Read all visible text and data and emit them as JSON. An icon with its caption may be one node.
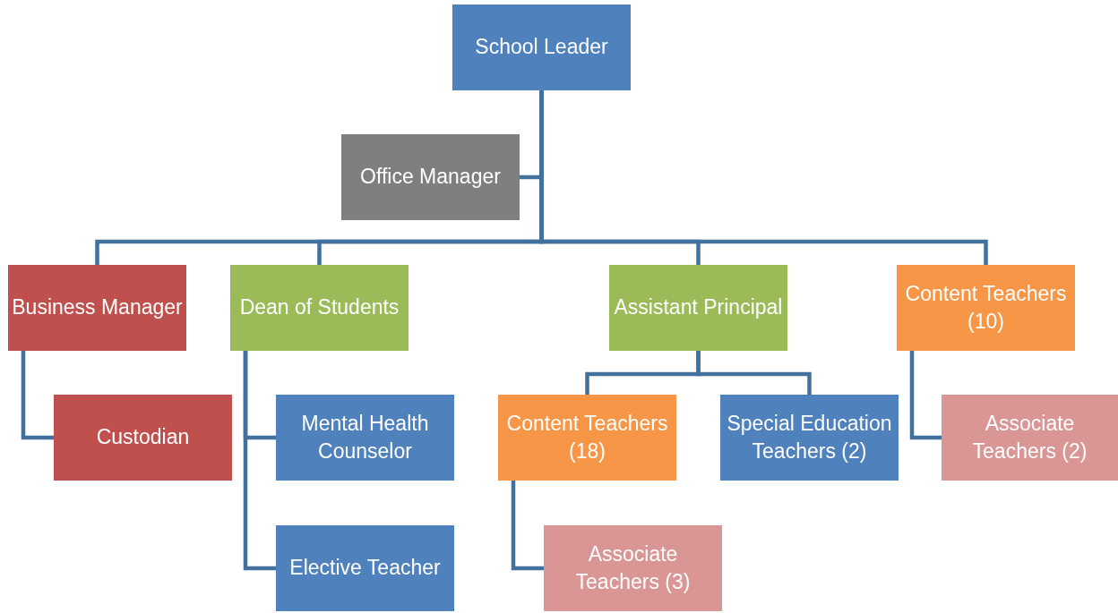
{
  "diagram": {
    "nodes": [
      {
        "text": [
          "School Leader"
        ]
      },
      {
        "text": [
          "Office Manager"
        ]
      },
      {
        "text": [
          "Business Manager"
        ]
      },
      {
        "text": [
          "Dean of Students"
        ]
      },
      {
        "text": [
          "Assistant Principal"
        ]
      },
      {
        "text": [
          "Content Teachers (10)"
        ]
      },
      {
        "text": [
          "Custodian"
        ]
      },
      {
        "text": [
          "Mental Health Counselor"
        ]
      },
      {
        "text": [
          "Elective Teacher"
        ]
      },
      {
        "text": [
          "Content Teachers (18)"
        ]
      },
      {
        "text": [
          "Special Education Teachers (2)"
        ]
      },
      {
        "text": [
          "Associate Teachers (3)"
        ]
      },
      {
        "text": [
          "Associate Teachers (2)"
        ]
      }
    ],
    "edges": [
      {
        "from": 0,
        "to": 1,
        "arrow": "none"
      },
      {
        "from": 0,
        "to": 2,
        "arrow": "none"
      },
      {
        "from": 0,
        "to": 3,
        "arrow": "none"
      },
      {
        "from": 0,
        "to": 4,
        "arrow": "none"
      },
      {
        "from": 0,
        "to": 5,
        "arrow": "none"
      },
      {
        "from": 2,
        "to": 6,
        "arrow": "none"
      },
      {
        "from": 3,
        "to": 7,
        "arrow": "none"
      },
      {
        "from": 3,
        "to": 8,
        "arrow": "none"
      },
      {
        "from": 4,
        "to": 9,
        "arrow": "none"
      },
      {
        "from": 4,
        "to": 10,
        "arrow": "none"
      },
      {
        "from": 9,
        "to": 11,
        "arrow": "none"
      },
      {
        "from": 5,
        "to": 12,
        "arrow": "none"
      }
    ]
  }
}
